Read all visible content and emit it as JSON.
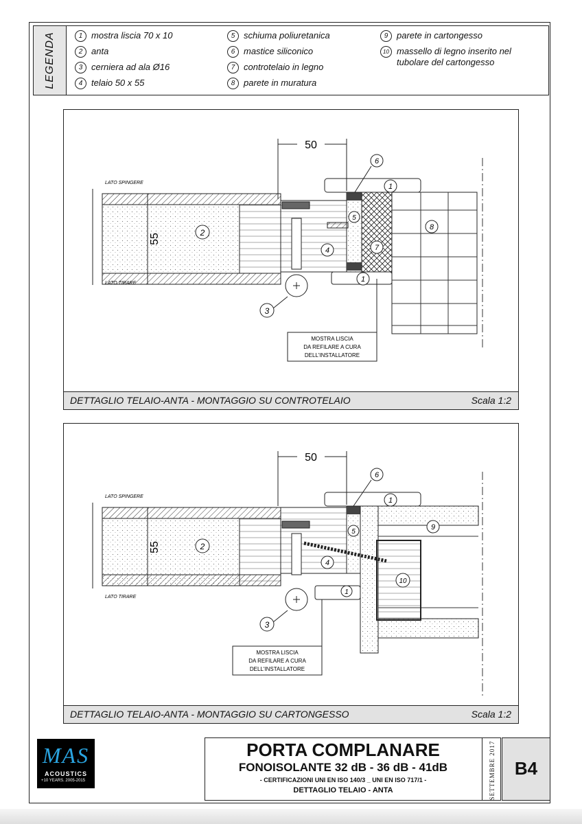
{
  "legend": {
    "title": "LEGENDA",
    "items": [
      {
        "num": "1",
        "text": "mostra liscia 70 x 10"
      },
      {
        "num": "2",
        "text": "anta"
      },
      {
        "num": "3",
        "text": "cerniera ad ala Ø16"
      },
      {
        "num": "4",
        "text": "telaio 50 x 55"
      },
      {
        "num": "5",
        "text": "schiuma poliuretanica"
      },
      {
        "num": "6",
        "text": "mastice siliconico"
      },
      {
        "num": "7",
        "text": "controtelaio in legno"
      },
      {
        "num": "8",
        "text": "parete in muratura"
      },
      {
        "num": "9",
        "text": "parete in cartongesso"
      },
      {
        "num": "10",
        "text": "massello di legno inserito nel",
        "text2": "tubolare del cartongesso"
      }
    ]
  },
  "panel1": {
    "dim_top": "50",
    "dim_side": "55",
    "lato_spingere": "LATO SPINGERE",
    "lato_tirare": "LATO TIRARE",
    "note": [
      "MOSTRA LISCIA",
      "DA REFILARE A CURA",
      "DELL'INSTALLATORE"
    ],
    "callouts": [
      "1",
      "1",
      "2",
      "3",
      "4",
      "5",
      "6",
      "7",
      "8"
    ],
    "caption": "DETTAGLIO TELAIO-ANTA - MONTAGGIO SU CONTROTELAIO",
    "scale": "Scala 1:2"
  },
  "panel2": {
    "dim_top": "50",
    "dim_side": "55",
    "lato_spingere": "LATO SPINGERE",
    "lato_tirare": "LATO TIRARE",
    "note": [
      "MOSTRA LISCIA",
      "DA REFILARE A CURA",
      "DELL'INSTALLATORE"
    ],
    "callouts": [
      "1",
      "1",
      "2",
      "3",
      "4",
      "5",
      "6",
      "9",
      "10"
    ],
    "caption": "DETTAGLIO TELAIO-ANTA - MONTAGGIO SU CARTONGESSO",
    "scale": "Scala 1:2"
  },
  "title_block": {
    "line1": "PORTA COMPLANARE",
    "line2": "FONOISOLANTE 32 dB - 36 dB - 41dB",
    "line3": "- CERTIFICAZIONI UNI EN ISO 140/3 _ UNI EN ISO 717/1 -",
    "line4": "DETTAGLIO TELAIO - ANTA",
    "date": "SETTEMBRE 2017",
    "code": "B4"
  },
  "logo": {
    "mark": "MAS",
    "name": "ACOUSTICS",
    "years": "+10 YEARS. 2005-2015"
  }
}
